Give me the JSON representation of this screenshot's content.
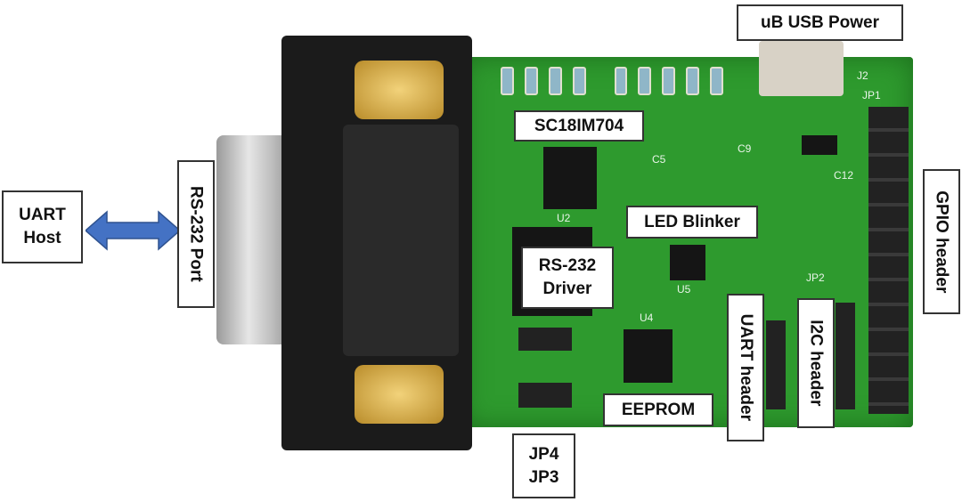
{
  "labels": {
    "uart_host": "UART Host",
    "rs232_port": "RS-232 Port",
    "usb_power": "uB USB Power",
    "sc18im704": "SC18IM704",
    "led_blinker": "LED Blinker",
    "rs232_driver": "RS-232 Driver",
    "uart_header": "UART header",
    "i2c_header": "I2C header",
    "gpio_header": "GPIO header",
    "eeprom": "EEPROM",
    "jumpers": "JP4 JP3"
  },
  "silkscreen": {
    "j2": "J2",
    "jp1": "JP1",
    "jp2": "JP2",
    "u2": "U2",
    "u5": "U5",
    "u4": "U4",
    "c5": "C5",
    "c9": "C9",
    "c12": "C12"
  },
  "colors": {
    "pcb": "#2e9a2e",
    "arrow": "#4472c4",
    "connector": "#1b1b1b"
  }
}
